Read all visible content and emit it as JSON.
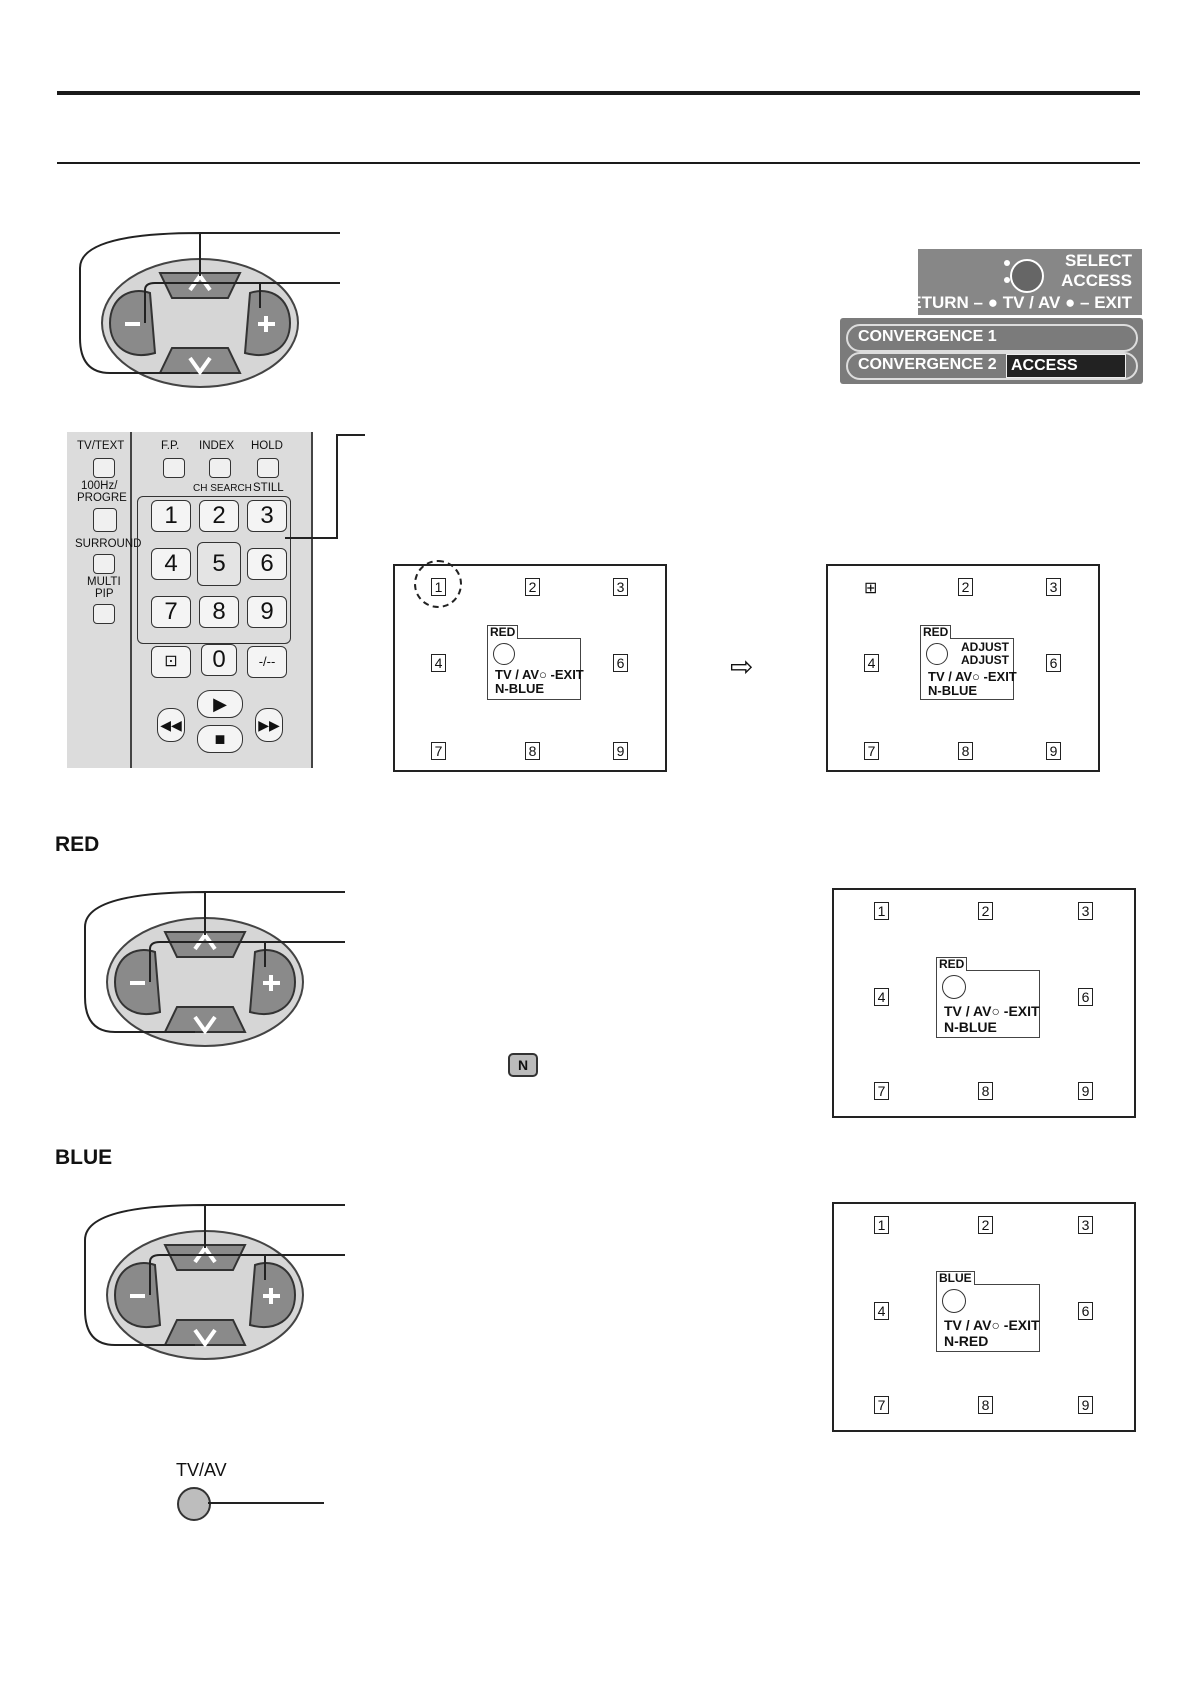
{
  "dpad_icons": [
    "up-chevron-icon",
    "down-chevron-icon",
    "minus-icon",
    "plus-icon"
  ],
  "convergence_menu": {
    "nav_select": "SELECT",
    "nav_access": "ACCESS",
    "nav_return_exit": "RETURN – ● TV / AV ● – EXIT",
    "row1": "CONVERGENCE 1",
    "row2": "CONVERGENCE 2",
    "row2_value": "ACCESS"
  },
  "remote": {
    "tv_text": "TV/TEXT",
    "fp": "F.P.",
    "index": "INDEX",
    "hold": "HOLD",
    "hz": "100Hz/",
    "progre": "PROGRE",
    "ch_search": "CH SEARCH",
    "still": "STILL",
    "surround": "SURROUND",
    "multi": "MULTI",
    "pip": "PIP",
    "digits": [
      "1",
      "2",
      "3",
      "4",
      "5",
      "6",
      "7",
      "8",
      "9"
    ],
    "zero": "0",
    "dash": "-/--"
  },
  "grid_numbers": [
    "1",
    "2",
    "3",
    "4",
    "6",
    "7",
    "8",
    "9"
  ],
  "screen_a": {
    "osd_tag": "RED",
    "osd_line1": "TV / AV○ -EXIT",
    "osd_line2": "N-BLUE"
  },
  "screen_b": {
    "osd_tag": "RED",
    "osd_adjust1": "ADJUST",
    "osd_adjust2": "ADJUST",
    "osd_line1": "TV / AV○ -EXIT",
    "osd_line2": "N-BLUE"
  },
  "section_red": {
    "heading": "RED",
    "osd_tag": "RED",
    "osd_line1": "TV / AV○ -EXIT",
    "osd_line2": "N-BLUE",
    "n_button": "N"
  },
  "section_blue": {
    "heading": "BLUE",
    "osd_tag": "BLUE",
    "osd_line1": "TV / AV○ -EXIT",
    "osd_line2": "N-RED"
  },
  "tvav_label": "TV/AV"
}
